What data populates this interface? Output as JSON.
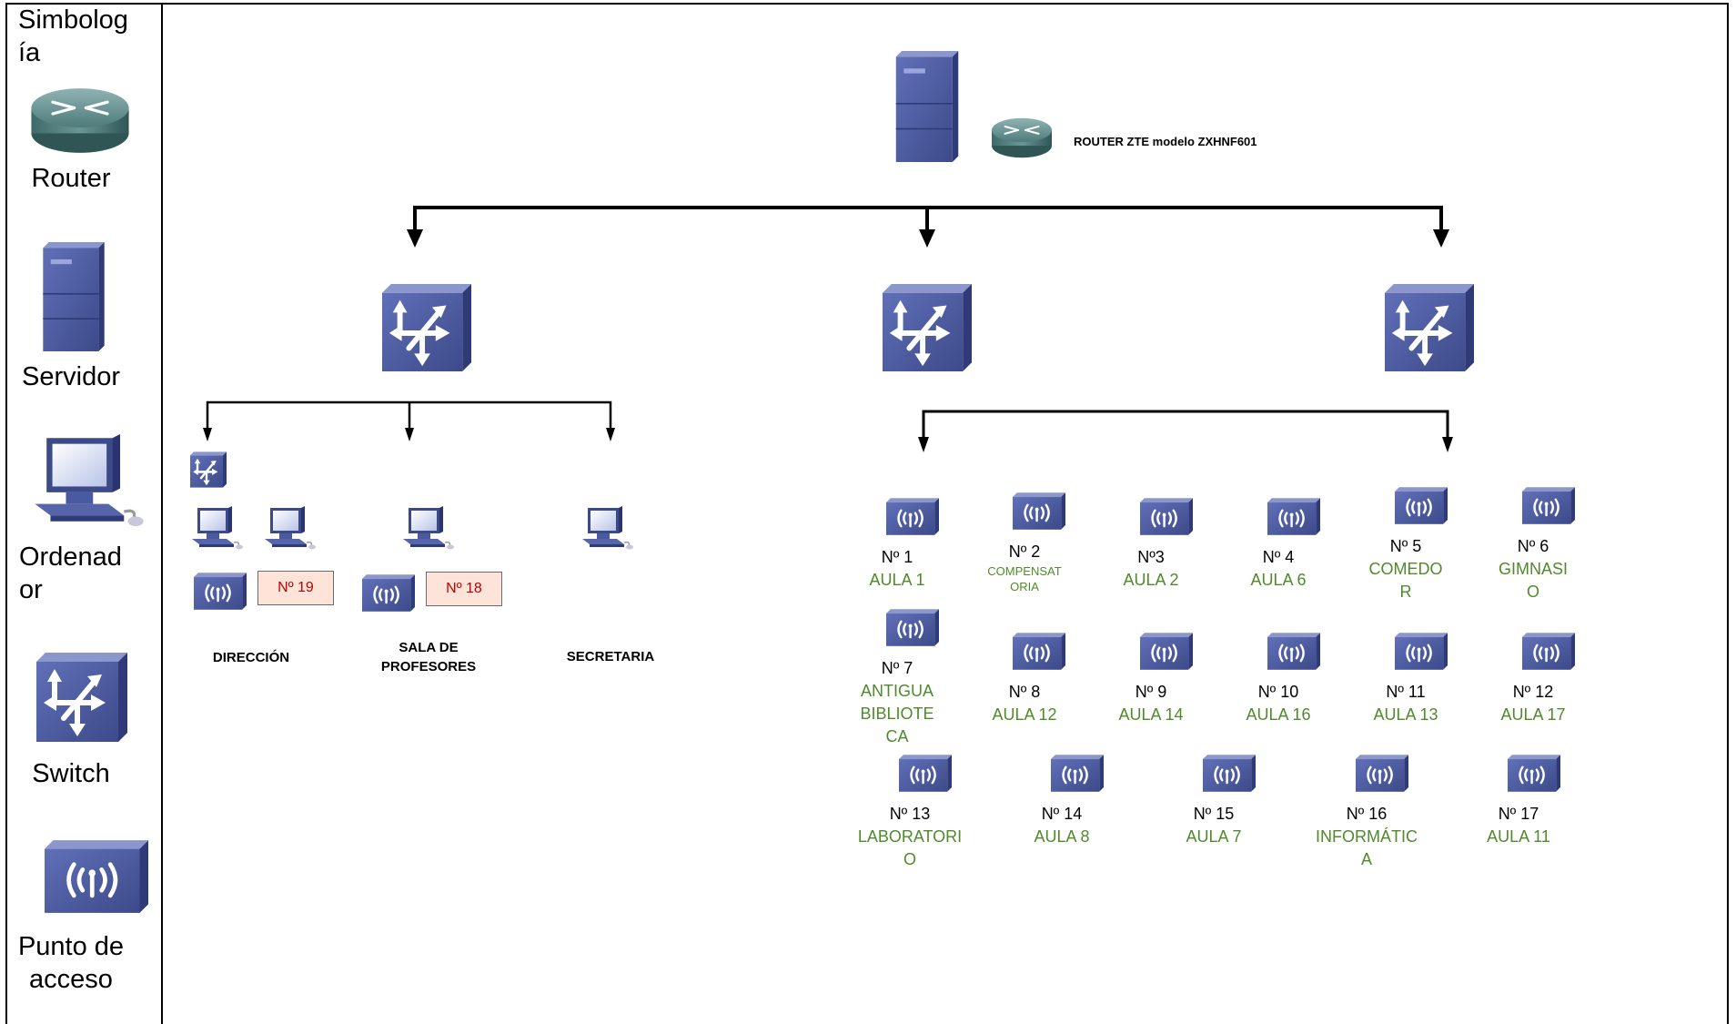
{
  "legend": {
    "title": "Simbología",
    "title_line1": "Simbolog",
    "title_line2": "ía",
    "router": "Router",
    "server": "Servidor",
    "computer_line1": "Ordenad",
    "computer_line2": "or",
    "switch": "Switch",
    "ap_line1": "Punto de",
    "ap_line2": "acceso"
  },
  "router_label": "ROUTER ZTE modelo ZXHNF601",
  "left_branch": {
    "direccion": "DIRECCIÓN",
    "sala_line1": "SALA DE",
    "sala_line2": "PROFESORES",
    "secretaria": "SECRETARIA",
    "tag19": "Nº 19",
    "tag18": "Nº 18"
  },
  "access_points": [
    {
      "num": "Nº 1",
      "room": [
        "AULA 1"
      ]
    },
    {
      "num": "Nº 2",
      "room": [
        "COMPENSAT",
        "ORIA"
      ]
    },
    {
      "num": "Nº3",
      "room": [
        "AULA 2"
      ]
    },
    {
      "num": "Nº 4",
      "room": [
        "AULA 6"
      ]
    },
    {
      "num": "Nº 5",
      "room": [
        "COMEDO",
        "R"
      ]
    },
    {
      "num": "Nº 6",
      "room": [
        "GIMNASI",
        "O"
      ]
    },
    {
      "num": "Nº 7",
      "room": [
        "ANTIGUA",
        "BIBLIOTE",
        "CA"
      ]
    },
    {
      "num": "Nº 8",
      "room": [
        "AULA 12"
      ]
    },
    {
      "num": "Nº 9",
      "room": [
        "AULA 14"
      ]
    },
    {
      "num": "Nº 10",
      "room": [
        "AULA 16"
      ]
    },
    {
      "num": "Nº 11",
      "room": [
        "AULA 13"
      ]
    },
    {
      "num": "Nº 12",
      "room": [
        "AULA 17"
      ]
    },
    {
      "num": "Nº 13",
      "room": [
        "LABORATORI",
        "O"
      ]
    },
    {
      "num": "Nº 14",
      "room": [
        "AULA 8"
      ]
    },
    {
      "num": "Nº 15",
      "room": [
        "AULA 7"
      ]
    },
    {
      "num": "Nº 16",
      "room": [
        "INFORMÁTIC",
        "A"
      ]
    },
    {
      "num": "Nº 17",
      "room": [
        "AULA 11"
      ]
    }
  ],
  "colors": {
    "device_blue": "#4a5aa0",
    "room_green": "#4f8a2b",
    "tag_fill": "#fde3d8",
    "tag_text": "#c00000"
  }
}
